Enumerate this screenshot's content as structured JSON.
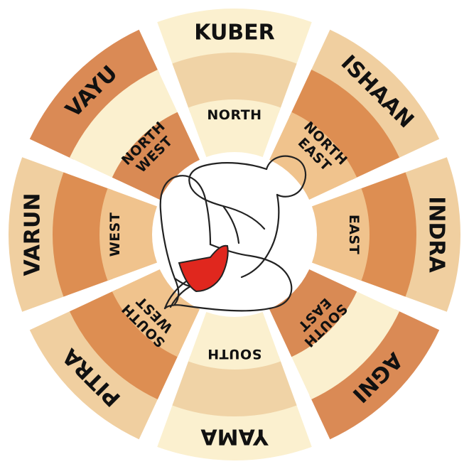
{
  "diagram": {
    "segments": [
      {
        "deity": "KUBER",
        "direction": [
          "NORTH"
        ],
        "palette": "cream"
      },
      {
        "deity": "ISHAAN",
        "direction": [
          "NORTH",
          "EAST"
        ],
        "palette": "sand"
      },
      {
        "deity": "INDRA",
        "direction": [
          "EAST"
        ],
        "palette": "sand"
      },
      {
        "deity": "AGNI",
        "direction": [
          "SOUTH",
          "EAST"
        ],
        "palette": "terracotta"
      },
      {
        "deity": "YAMA",
        "direction": [
          "SOUTH"
        ],
        "palette": "cream"
      },
      {
        "deity": "PITRA",
        "direction": [
          "SOUTH",
          "WEST"
        ],
        "palette": "sand"
      },
      {
        "deity": "VARUN",
        "direction": [
          "WEST"
        ],
        "palette": "sand"
      },
      {
        "deity": "VAYU",
        "direction": [
          "NORTH",
          "WEST"
        ],
        "palette": "terracotta"
      }
    ],
    "colors": {
      "cream": {
        "outer": "#fbf0cf",
        "mid": "#f0d3a6",
        "inner": "#fbf0cf"
      },
      "sand": {
        "outer": "#f0cfa0",
        "mid": "#dd8e52",
        "inner": "#f0c38d"
      },
      "terracotta": {
        "outer": "#da8a55",
        "mid": "#fbf0cf",
        "inner": "#d98a54"
      },
      "hub_fill": "#ffffff",
      "figure_stroke": "#222222",
      "figure_accent": "#e0271e"
    },
    "center_icon": "vastu-yoga-figure-icon"
  }
}
